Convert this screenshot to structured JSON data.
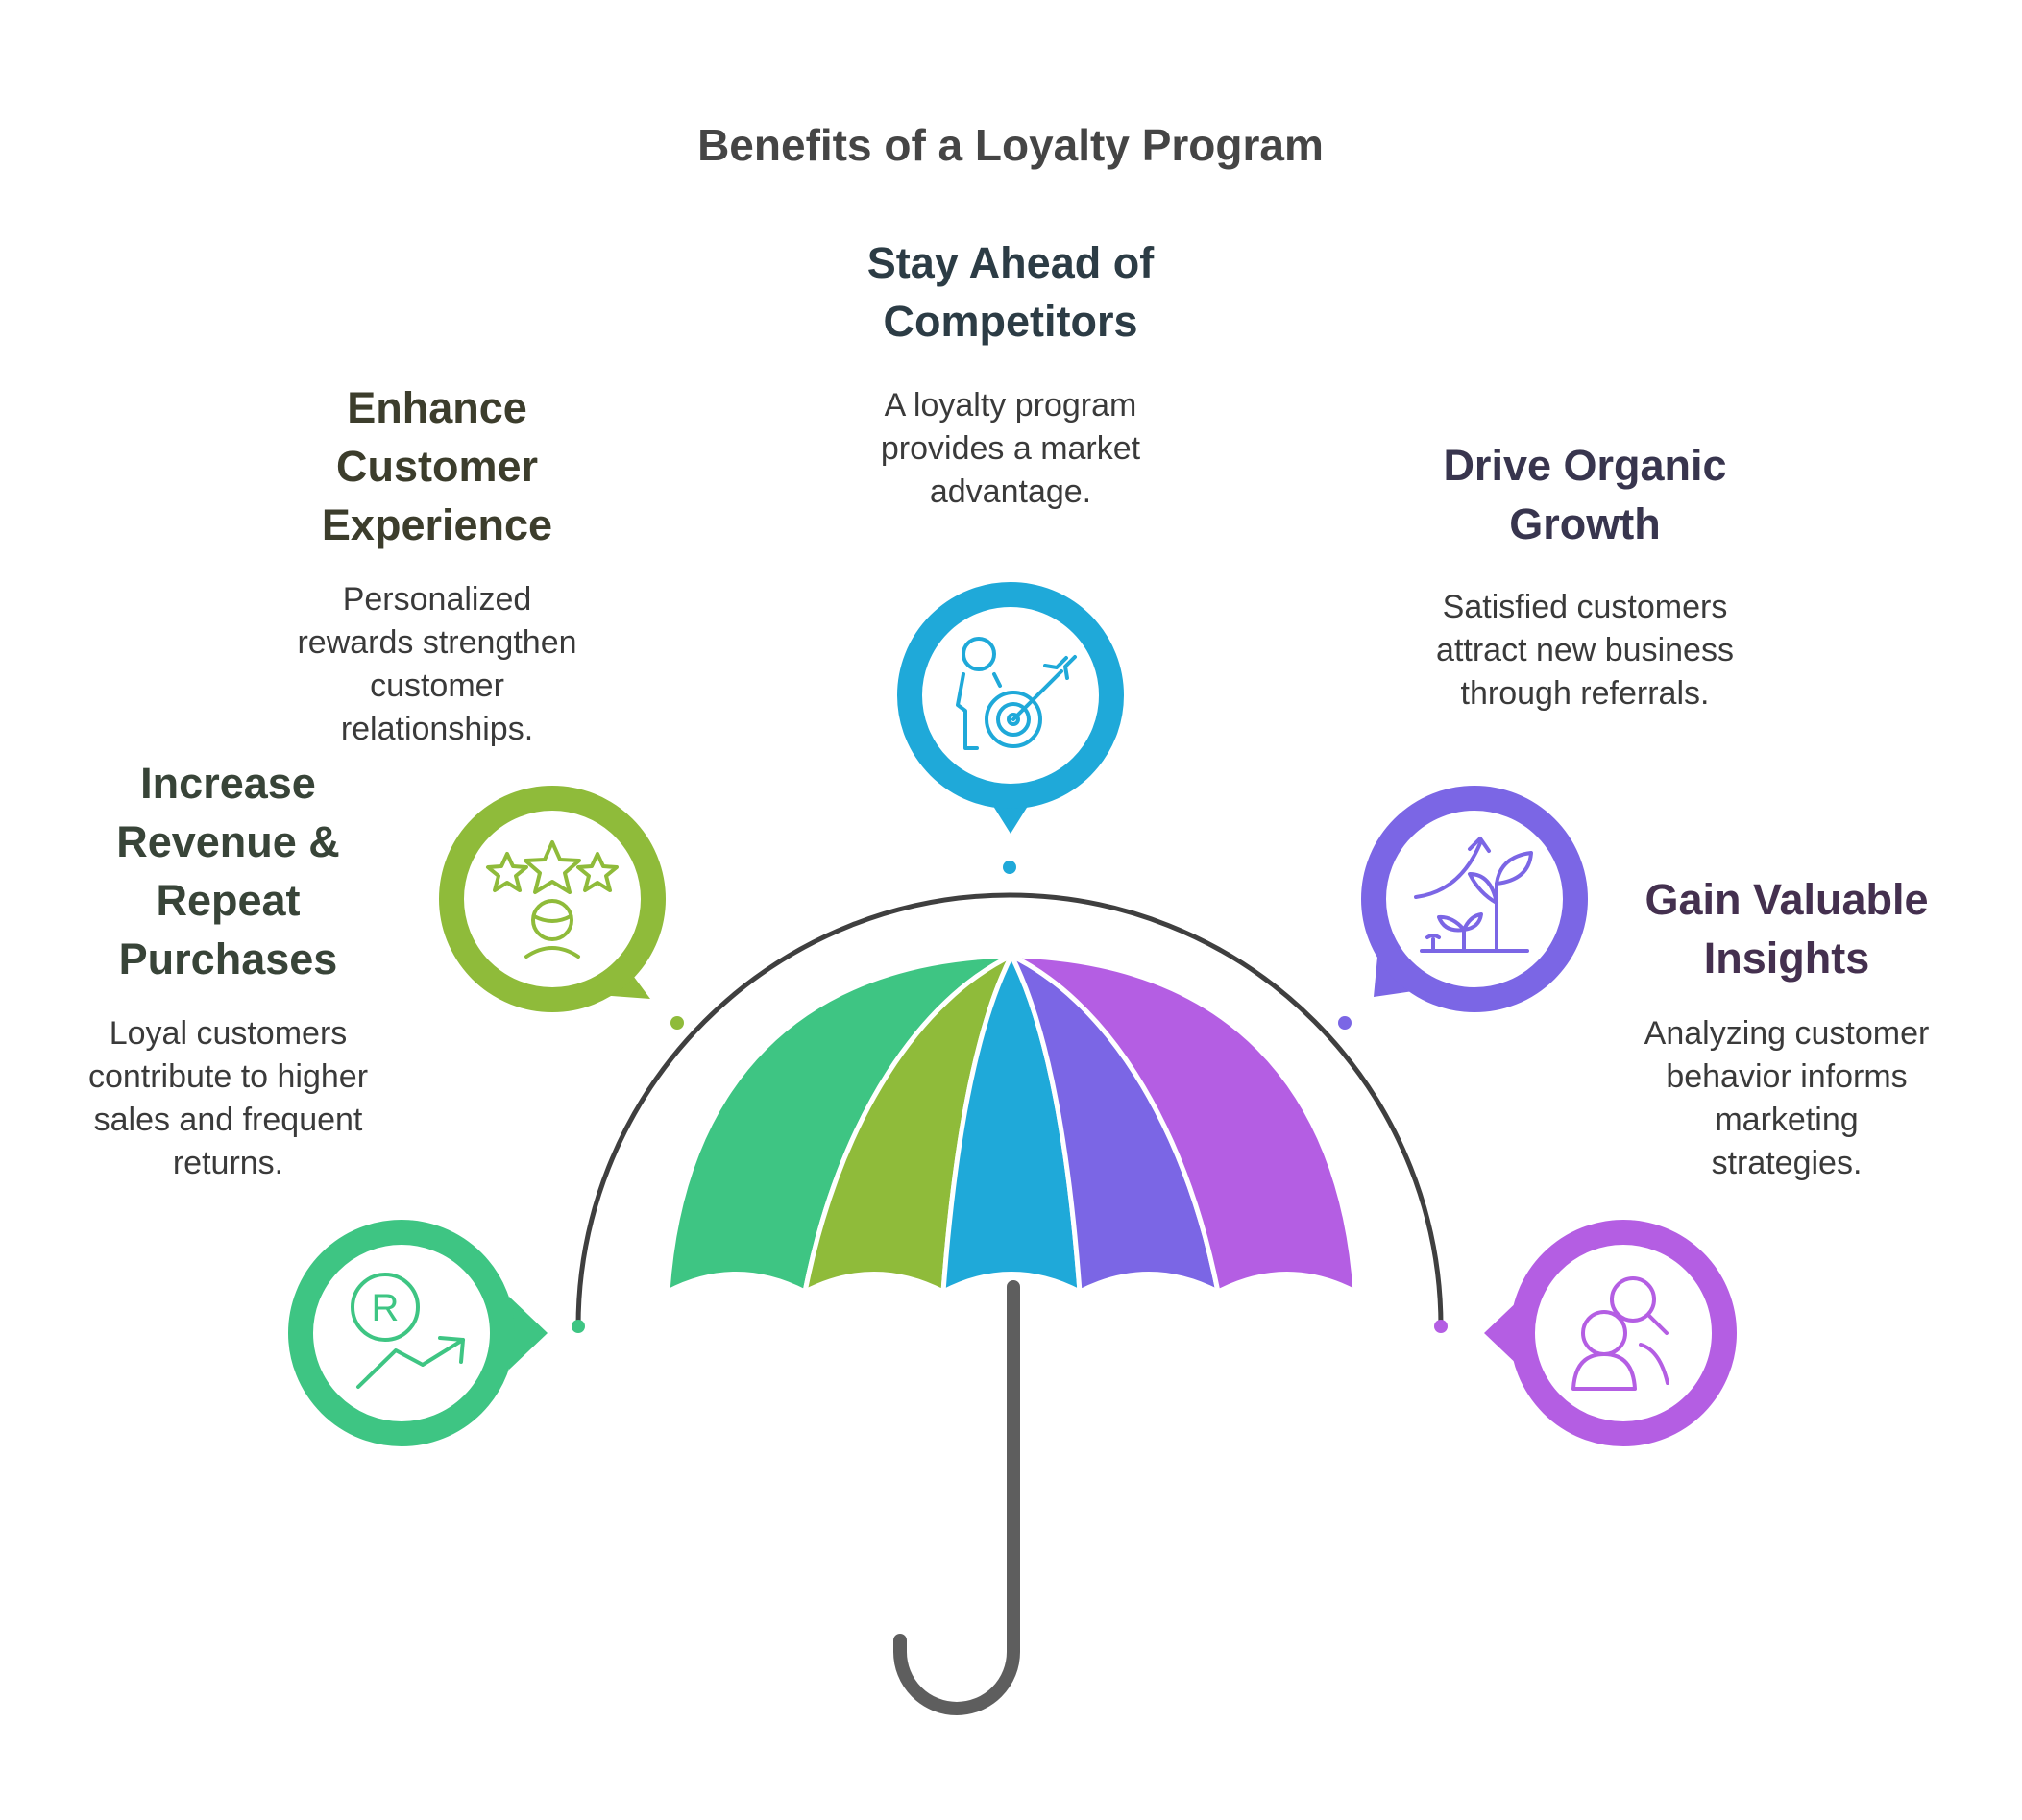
{
  "title": "Benefits of a Loyalty Program",
  "colors": {
    "green": "#3ec583",
    "lime": "#8fbb3a",
    "blue": "#1fa9d9",
    "indigo": "#7b66e5",
    "violet": "#b45ee3",
    "arc": "#3f3f3f",
    "handle": "#5e5e5e"
  },
  "items": [
    {
      "heading": "Increase Revenue & Repeat Purchases",
      "heading_lines": [
        "Increase",
        "Revenue &",
        "Repeat",
        "Purchases"
      ],
      "description": "Loyal customers\ncontribute to higher\nsales and frequent\nreturns.",
      "icon": "revenue-growth-icon",
      "color": "#3ec583",
      "heading_color": "#384438"
    },
    {
      "heading": "Enhance Customer Experience",
      "heading_lines": [
        "Enhance",
        "Customer",
        "Experience"
      ],
      "description": "Personalized\nrewards strengthen\ncustomer\nrelationships.",
      "icon": "customer-rating-icon",
      "color": "#8fbb3a",
      "heading_color": "#3c3d2c"
    },
    {
      "heading": "Stay Ahead of Competitors",
      "heading_lines": [
        "Stay Ahead of",
        "Competitors"
      ],
      "description": "A loyalty program\nprovides a market\nadvantage.",
      "icon": "person-target-icon",
      "color": "#1fa9d9",
      "heading_color": "#2c3c45"
    },
    {
      "heading": "Drive Organic Growth",
      "heading_lines": [
        "Drive Organic",
        "Growth"
      ],
      "description": "Satisfied customers\nattract new business\nthrough referrals.",
      "icon": "plant-growth-icon",
      "color": "#7b66e5",
      "heading_color": "#38354e"
    },
    {
      "heading": "Gain Valuable Insights",
      "heading_lines": [
        "Gain Valuable",
        "Insights"
      ],
      "description": "Analyzing customer\nbehavior informs\nmarketing\nstrategies.",
      "icon": "people-search-icon",
      "color": "#b45ee3",
      "heading_color": "#44304f"
    }
  ]
}
